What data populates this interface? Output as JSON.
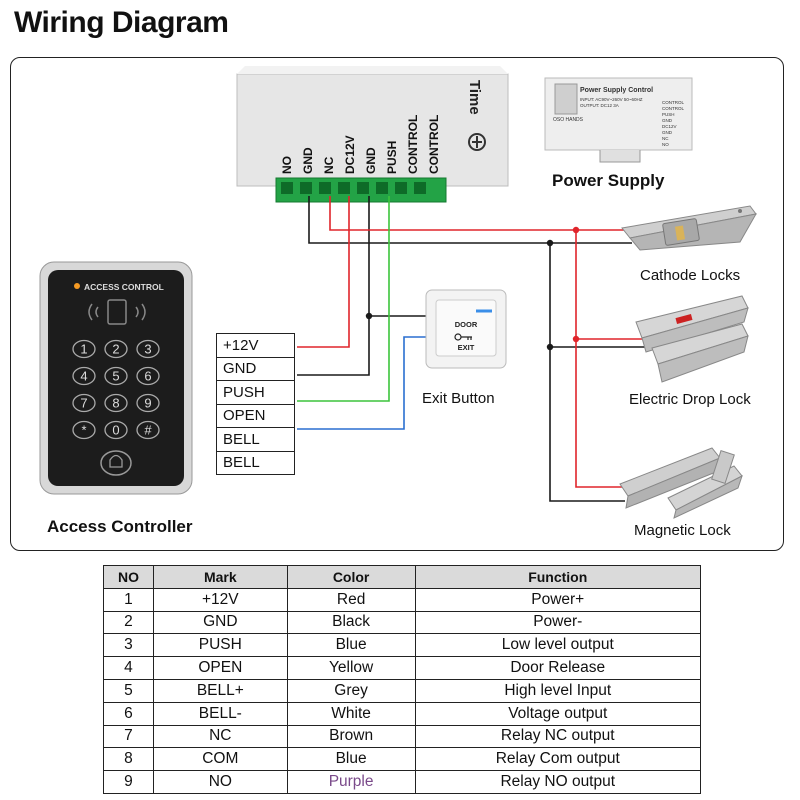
{
  "title": "Wiring Diagram",
  "power_supply": {
    "terminal_labels": [
      "NO",
      "GND",
      "NC",
      "DC12V",
      "GND",
      "PUSH",
      "CONTROL",
      "CONTROL"
    ],
    "brand": "Time",
    "photo_title": "Power Supply Control",
    "photo_input": "INPUT: AC90V~260V 50~60HZ",
    "photo_output": "OUTPUT: DC12 3A",
    "photo_brand": "OSO HANDS",
    "photo_terminals": [
      "CONTROL",
      "CONTROL",
      "PUSH",
      "GND",
      "DC12V",
      "GND",
      "NC",
      "NO"
    ],
    "label": "Power Supply"
  },
  "keypad": {
    "header": "ACCESS CONTROL",
    "keys": [
      "1",
      "2",
      "3",
      "4",
      "5",
      "6",
      "7",
      "8",
      "9",
      "*",
      "0",
      "#"
    ],
    "label": "Access Controller"
  },
  "terminals": [
    "+12V",
    "GND",
    "PUSH",
    "OPEN",
    "BELL",
    "BELL"
  ],
  "exit_button": {
    "top_text": "DOOR",
    "bottom_text": "EXIT",
    "label": "Exit Button"
  },
  "locks": {
    "cathode": "Cathode Locks",
    "drop": "Electric Drop Lock",
    "magnetic": "Magnetic Lock"
  },
  "wire_colors": {
    "red": "#e0252b",
    "black": "#1a1a1a",
    "green": "#3cc43c",
    "blue": "#2a6fd0"
  },
  "table": {
    "headers": [
      "NO",
      "Mark",
      "Color",
      "Function"
    ],
    "rows": [
      [
        "1",
        "+12V",
        "Red",
        "Power+"
      ],
      [
        "2",
        "GND",
        "Black",
        "Power-"
      ],
      [
        "3",
        "PUSH",
        "Blue",
        "Low level output"
      ],
      [
        "4",
        "OPEN",
        "Yellow",
        "Door Release"
      ],
      [
        "5",
        "BELL+",
        "Grey",
        "High level Input"
      ],
      [
        "6",
        "BELL-",
        "White",
        "Voltage output"
      ],
      [
        "7",
        "NC",
        "Brown",
        "Relay NC output"
      ],
      [
        "8",
        "COM",
        "Blue",
        "Relay Com output"
      ],
      [
        "9",
        "NO",
        "Purple",
        "Relay NO output"
      ]
    ]
  }
}
